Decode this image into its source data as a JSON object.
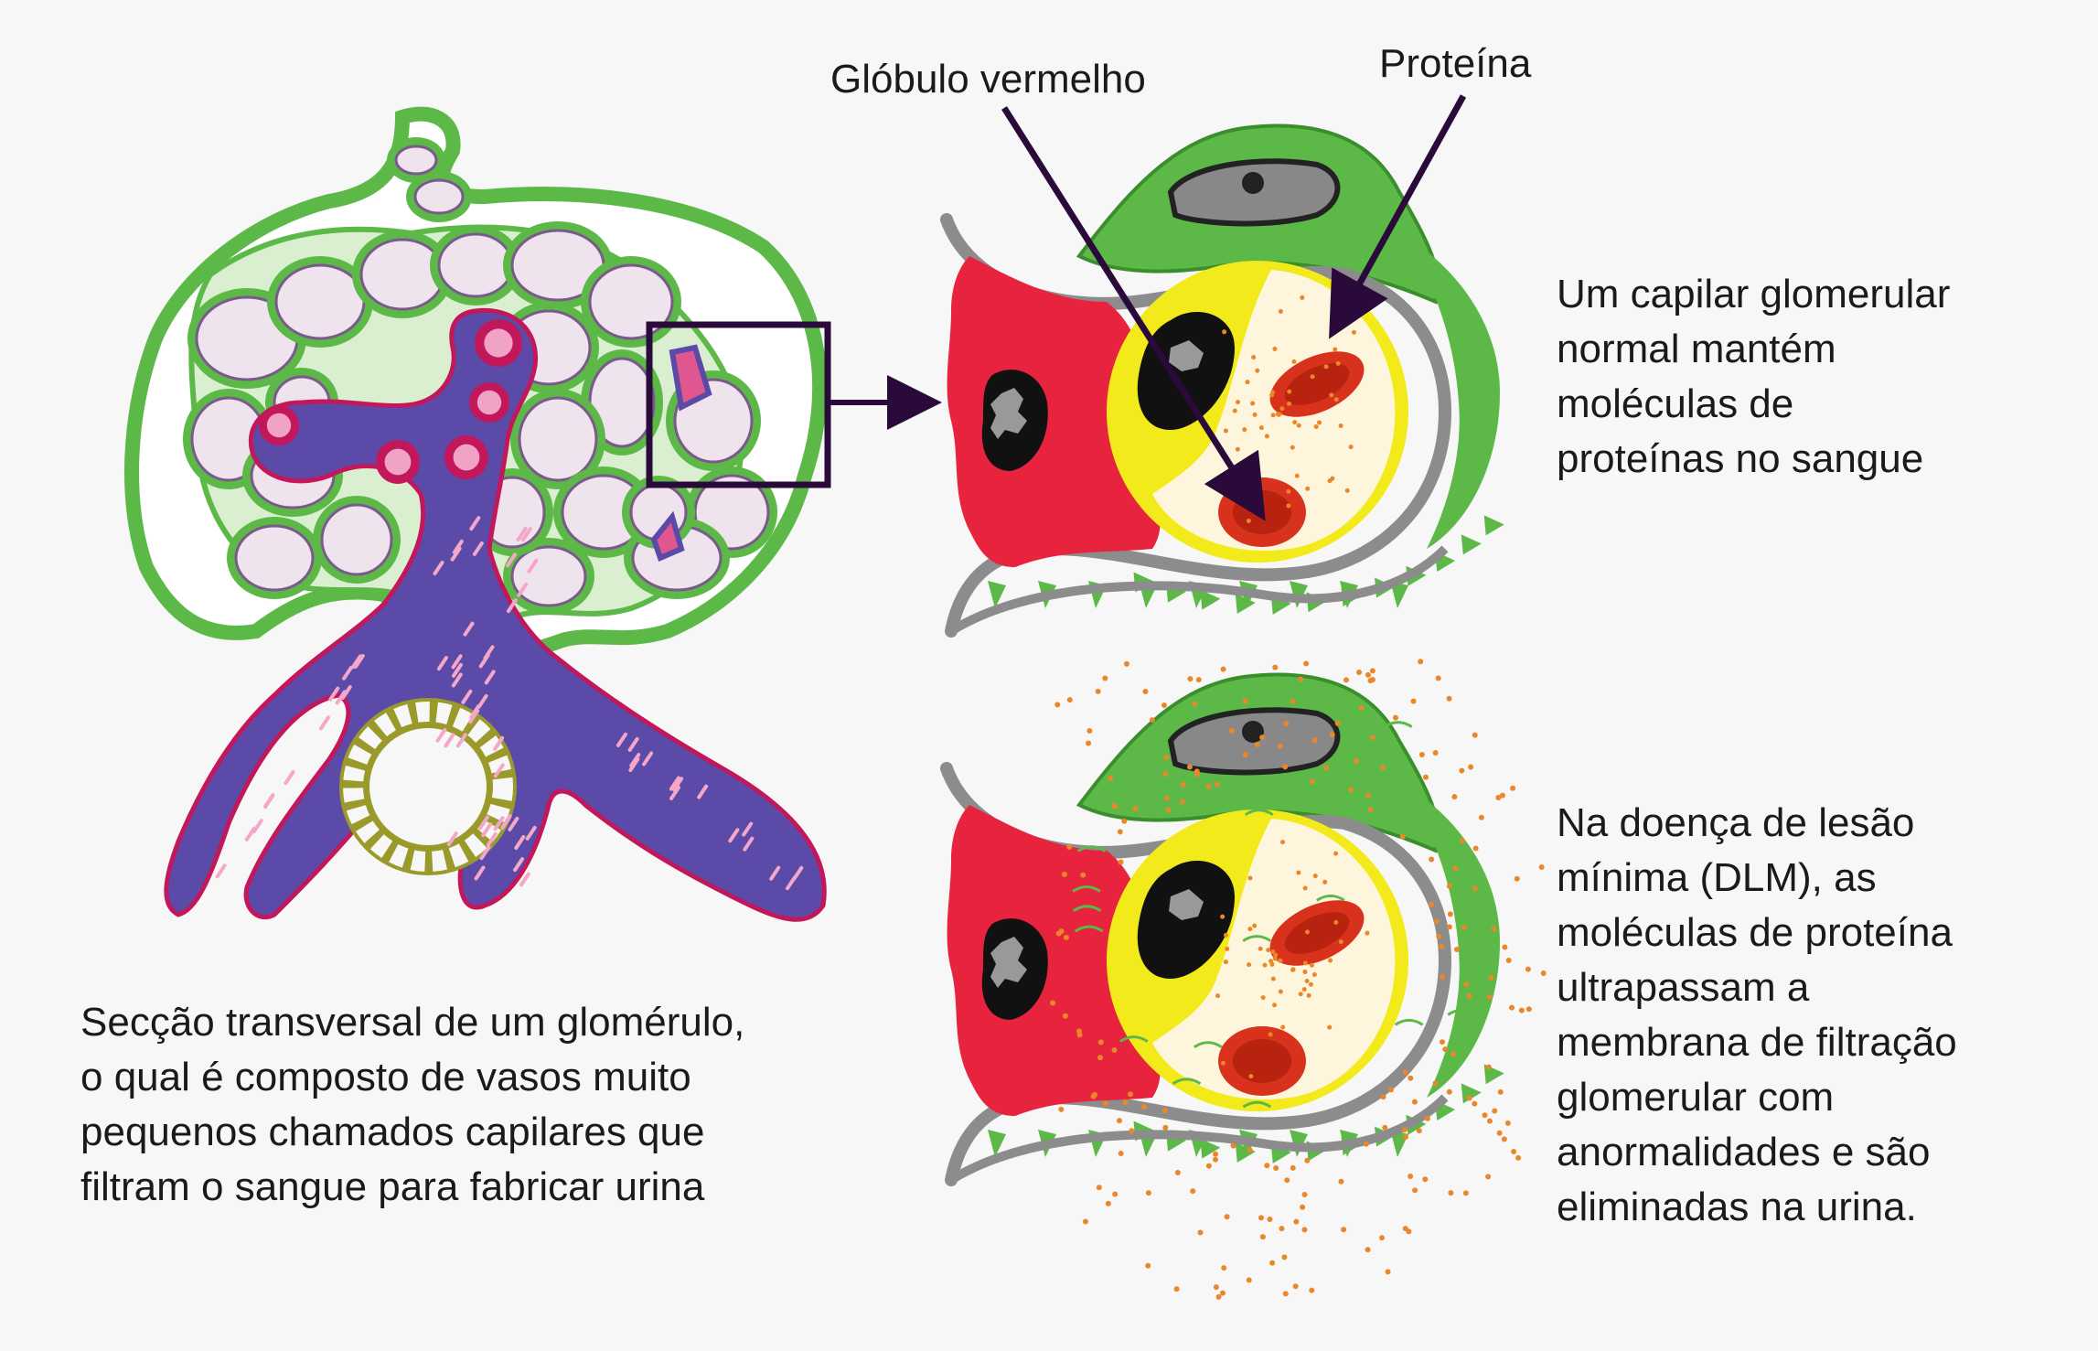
{
  "labels": {
    "red_blood_cell": "Glóbulo vermelho",
    "protein": "Proteína"
  },
  "left_caption": {
    "lines": [
      "Secção transversal de um glomérulo,",
      "o qual é composto de vasos muito",
      "pequenos chamados capilares que",
      "filtram o sangue para fabricar urina"
    ]
  },
  "top_right_caption": {
    "lines": [
      "Um capilar glomerular",
      "normal mantém",
      "moléculas de",
      "proteínas no sangue"
    ]
  },
  "bottom_right_caption": {
    "lines": [
      "Na doença de lesão",
      "mínima (DLM), as",
      "moléculas de proteína",
      "ultrapassam a",
      "membrana de filtração",
      "glomerular com",
      "anormalidades e são",
      "eliminadas na urina."
    ]
  },
  "colors": {
    "podocyte_green": "#5cb947",
    "podocyte_outline": "#3a8f2c",
    "capsule_fill": "#efe3ee",
    "vessel_purple": "#5b4aa8",
    "vessel_pink": "#e0568f",
    "endothelial_red": "#e8233d",
    "capillary_yellow": "#f2ea1a",
    "cytoplasm": "#fdf6dc",
    "rbc_red": "#d8321c",
    "membrane_gray": "#8c8c8c",
    "protein_orange": "#e9872a",
    "tubule_olive": "#9a9a2a",
    "arrow_dark": "#2a0a3a"
  }
}
